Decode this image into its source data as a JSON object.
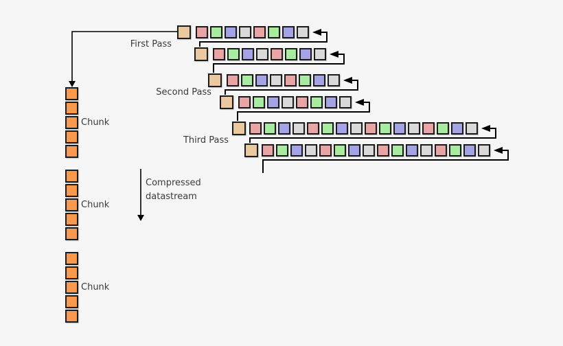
{
  "background": "#f6f6f6",
  "palette": {
    "leader": "#eac9a0",
    "red": "#e9a5a5",
    "green": "#aaeba2",
    "blue": "#a3a3e6",
    "gray": "#d9d9d9",
    "chunk": "#f79a4d",
    "line": "#000000",
    "text": "#3a3a3a"
  },
  "icons": {
    "row_end": "arrow-left-icon",
    "chunk_input": "arrow-down-icon",
    "datastream": "arrow-down-icon"
  },
  "passes": [
    {
      "label": "First Pass",
      "rows": [
        {
          "leader": "leader",
          "cells": [
            "red",
            "green",
            "blue",
            "gray",
            "red",
            "green",
            "blue",
            "gray"
          ]
        },
        {
          "leader": "leader",
          "cells": [
            "red",
            "green",
            "blue",
            "gray",
            "red",
            "green",
            "blue",
            "gray"
          ]
        }
      ]
    },
    {
      "label": "Second Pass",
      "rows": [
        {
          "leader": "leader",
          "cells": [
            "red",
            "green",
            "blue",
            "gray",
            "red",
            "green",
            "blue",
            "gray"
          ]
        },
        {
          "leader": "leader",
          "cells": [
            "red",
            "green",
            "blue",
            "gray",
            "red",
            "green",
            "blue",
            "gray"
          ]
        }
      ]
    },
    {
      "label": "Third Pass",
      "rows": [
        {
          "leader": "leader",
          "cells": [
            "red",
            "green",
            "blue",
            "gray",
            "red",
            "green",
            "blue",
            "gray",
            "red",
            "green",
            "blue",
            "gray",
            "red",
            "green",
            "blue",
            "gray"
          ]
        },
        {
          "leader": "leader",
          "cells": [
            "red",
            "green",
            "blue",
            "gray",
            "red",
            "green",
            "blue",
            "gray",
            "red",
            "green",
            "blue",
            "gray",
            "red",
            "green",
            "blue",
            "gray"
          ]
        }
      ]
    }
  ],
  "chunks": [
    {
      "label": "Chunk",
      "cells": [
        "chunk",
        "chunk",
        "chunk",
        "chunk",
        "chunk"
      ]
    },
    {
      "label": "Chunk",
      "cells": [
        "chunk",
        "chunk",
        "chunk",
        "chunk",
        "chunk"
      ]
    },
    {
      "label": "Chunk",
      "cells": [
        "chunk",
        "chunk",
        "chunk",
        "chunk",
        "chunk"
      ]
    }
  ],
  "datastream": {
    "line1": "Compressed",
    "line2": "datastream"
  }
}
